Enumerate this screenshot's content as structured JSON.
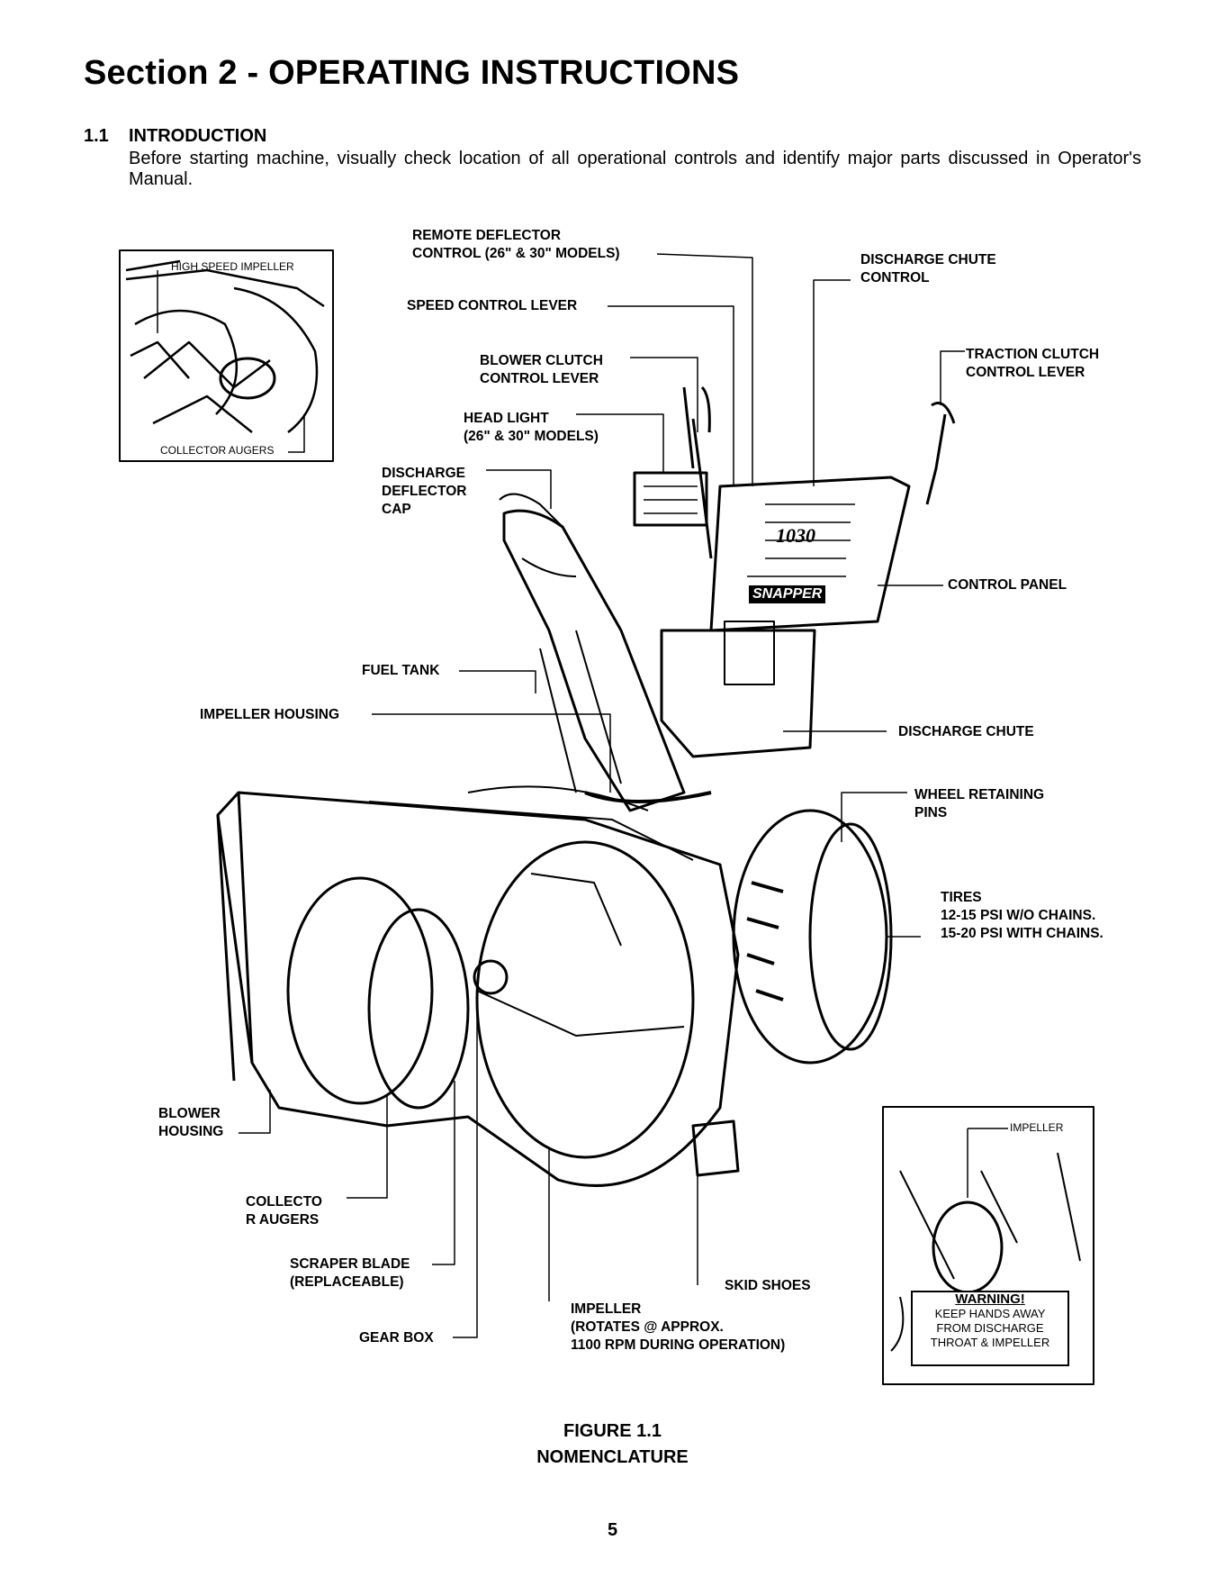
{
  "page": {
    "title": "Section 2 - OPERATING INSTRUCTIONS",
    "section_number": "1.1",
    "section_heading": "INTRODUCTION",
    "intro_text": "Before starting machine, visually check location of all operational controls and identify major parts discussed in Operator's Manual.",
    "page_number": "5"
  },
  "figure": {
    "caption_line1": "FIGURE 1.1",
    "caption_line2": "NOMENCLATURE",
    "labels": {
      "remote_deflector": "REMOTE DEFLECTOR",
      "remote_deflector_2": "CONTROL (26\" & 30\" MODELS)",
      "speed_control": "SPEED CONTROL LEVER",
      "blower_clutch": "BLOWER CLUTCH",
      "blower_clutch_2": "CONTROL LEVER",
      "head_light": "HEAD LIGHT",
      "head_light_2": "(26\" & 30\" MODELS)",
      "discharge_deflector": "DISCHARGE",
      "discharge_deflector_2": "DEFLECTOR",
      "discharge_deflector_3": "CAP",
      "discharge_chute_control": "DISCHARGE CHUTE",
      "discharge_chute_control_2": "CONTROL",
      "traction_clutch": "TRACTION CLUTCH",
      "traction_clutch_2": "CONTROL LEVER",
      "control_panel": "CONTROL PANEL",
      "fuel_tank": "FUEL TANK",
      "impeller_housing": "IMPELLER HOUSING",
      "discharge_chute": "DISCHARGE CHUTE",
      "wheel_retaining": "WHEEL RETAINING",
      "wheel_retaining_2": "PINS",
      "tires": "TIRES",
      "tires_2": "12-15 PSI W/O CHAINS.",
      "tires_3": "15-20 PSI WITH CHAINS.",
      "blower_housing": "BLOWER",
      "blower_housing_2": "HOUSING",
      "collector_augers": "COLLECTO",
      "collector_augers_2": "R AUGERS",
      "scraper_blade": "SCRAPER BLADE",
      "scraper_blade_2": "(REPLACEABLE)",
      "gear_box": "GEAR BOX",
      "impeller": "IMPELLER",
      "impeller_2": "(ROTATES @ APPROX.",
      "impeller_3": "1100 RPM DURING OPERATION)",
      "skid_shoes": "SKID SHOES"
    },
    "inset_top_left": {
      "label_top": "HIGH SPEED IMPELLER",
      "label_bottom": "COLLECTOR AUGERS"
    },
    "inset_bottom_right": {
      "label_top": "IMPELLER",
      "warning_title": "WARNING!",
      "warning_line1": "KEEP HANDS AWAY",
      "warning_line2": "FROM DISCHARGE",
      "warning_line3": "THROAT & IMPELLER"
    },
    "panel_logo": "1030",
    "brand": "SNAPPER"
  }
}
